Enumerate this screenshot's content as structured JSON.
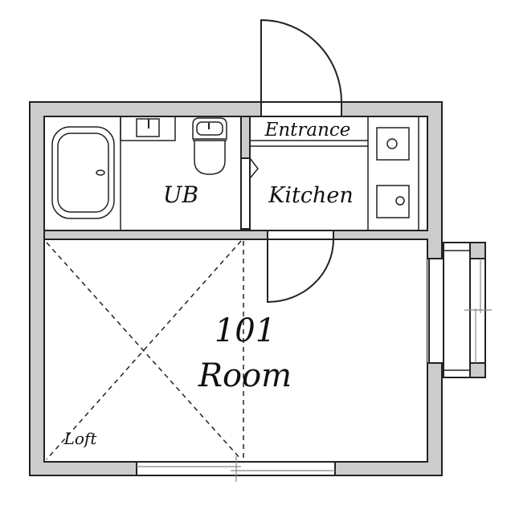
{
  "plan": {
    "rooms": {
      "entrance": "Entrance",
      "kitchen": "Kitchen",
      "ub": "UB",
      "room_number": "101",
      "room": "Room",
      "loft": "Loft"
    },
    "colors": {
      "wall": "#cccccc",
      "line": "#222222"
    }
  }
}
